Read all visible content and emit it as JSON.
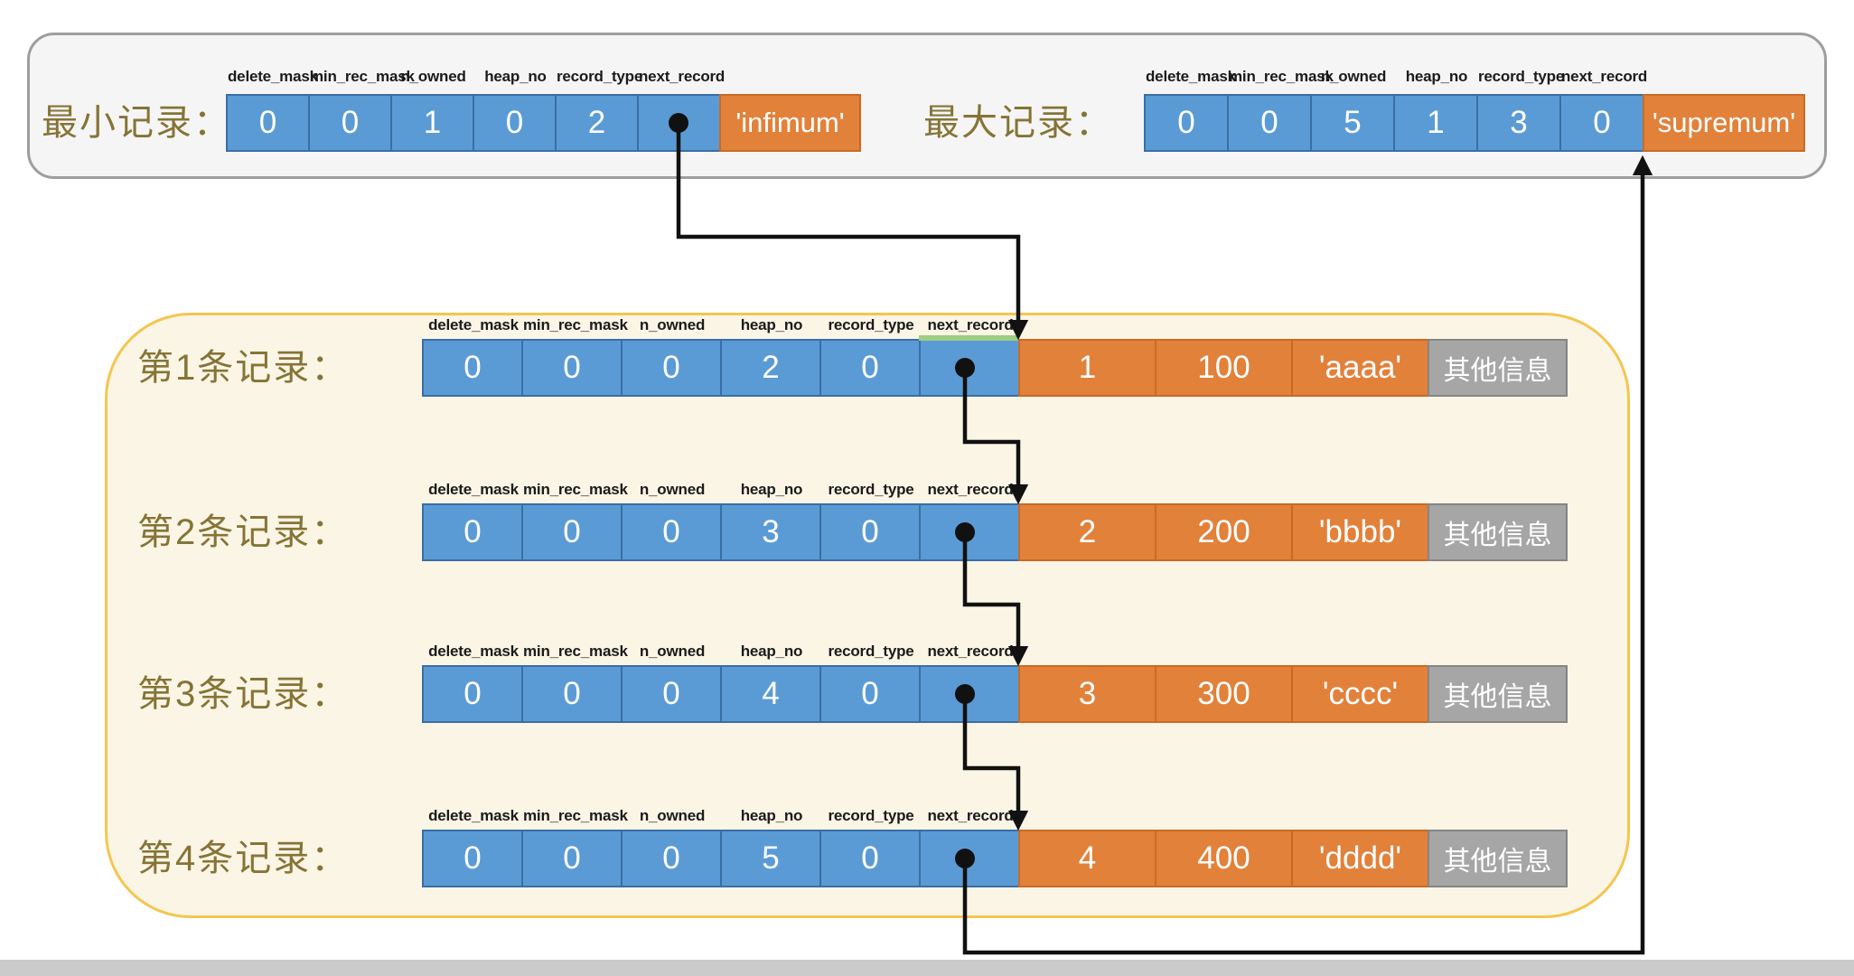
{
  "field_headers": [
    "delete_mask",
    "min_rec_mask",
    "n_owned",
    "heap_no",
    "record_type",
    "next_record"
  ],
  "top_panel": {
    "min_record": {
      "label": "最小记录：",
      "values": [
        "0",
        "0",
        "1",
        "0",
        "2"
      ],
      "tail_label": "'infimum'"
    },
    "max_record": {
      "label": "最大记录：",
      "values": [
        "0",
        "0",
        "5",
        "1",
        "3",
        "0"
      ],
      "tail_label": "'supremum'"
    }
  },
  "records_panel": {
    "records": [
      {
        "label": "第1条记录：",
        "flag_values": [
          "0",
          "0",
          "0",
          "2",
          "0"
        ],
        "data_values": [
          "1",
          "100",
          "'aaaa'"
        ],
        "other_label": "其他信息"
      },
      {
        "label": "第2条记录：",
        "flag_values": [
          "0",
          "0",
          "0",
          "3",
          "0"
        ],
        "data_values": [
          "2",
          "200",
          "'bbbb'"
        ],
        "other_label": "其他信息"
      },
      {
        "label": "第3条记录：",
        "flag_values": [
          "0",
          "0",
          "0",
          "4",
          "0"
        ],
        "data_values": [
          "3",
          "300",
          "'cccc'"
        ],
        "other_label": "其他信息"
      },
      {
        "label": "第4条记录：",
        "flag_values": [
          "0",
          "0",
          "0",
          "5",
          "0"
        ],
        "data_values": [
          "4",
          "400",
          "'dddd'"
        ],
        "other_label": "其他信息"
      }
    ]
  },
  "colors": {
    "cell_blue": "#5b9bd5",
    "cell_blue_border": "#3a6ea5",
    "cell_orange": "#e2813a",
    "cell_orange_border": "#c96a24",
    "cell_gray": "#a6a6a6",
    "label_olive": "#867436",
    "panel_border_yellow": "#f3c64f",
    "panel_fill_cream": "#fbf5e6",
    "top_panel_fill": "#f5f5f5",
    "top_panel_border": "#9e9e9e",
    "arrow_black": "#111111",
    "pointer_green": "#9ece7f"
  }
}
